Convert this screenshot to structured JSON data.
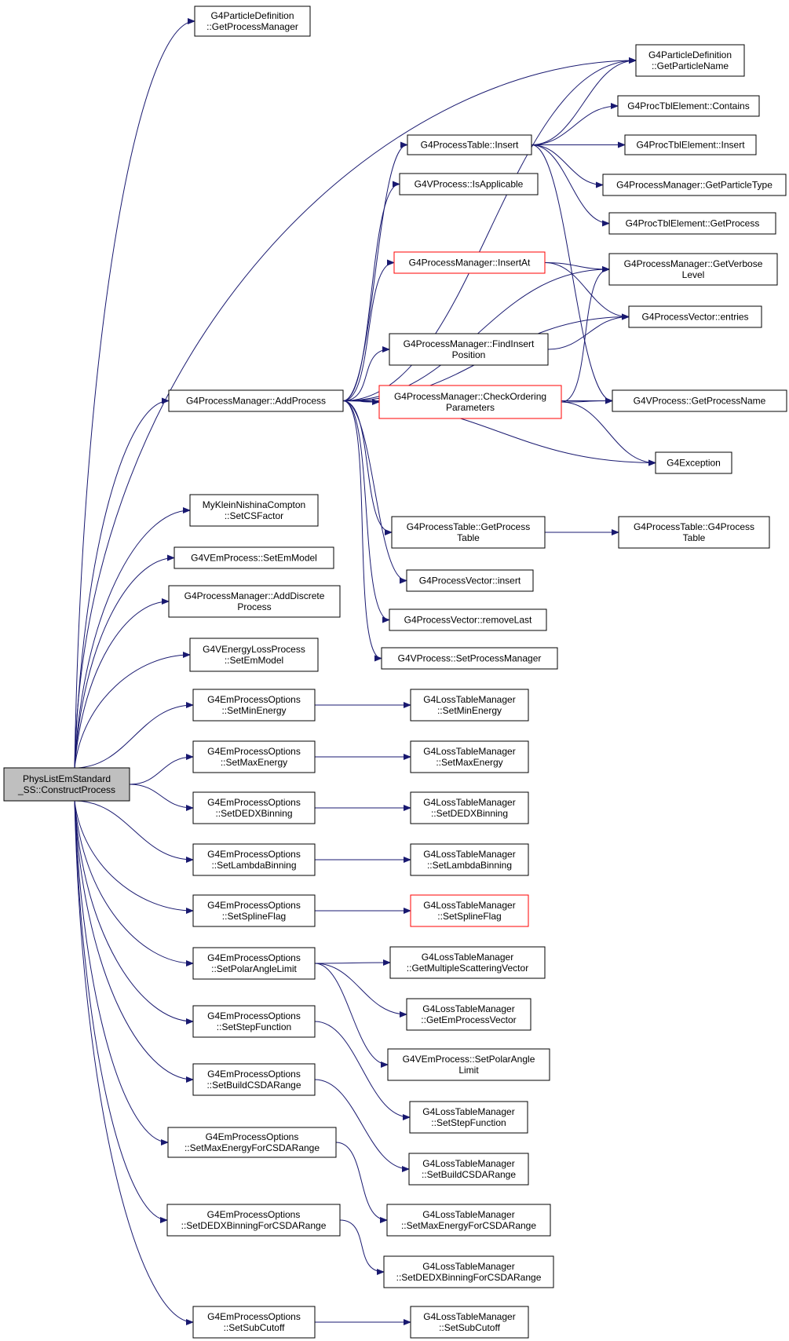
{
  "colors": {
    "edge": "#191970",
    "root_fill": "#bfbfbf",
    "red_border": "#ff0000"
  },
  "nodes": [
    {
      "id": "root",
      "lines": [
        "PhysListEmStandard",
        "_SS::ConstructProcess"
      ],
      "style": "root"
    },
    {
      "id": "pd_gpm",
      "lines": [
        "G4ParticleDefinition",
        "::GetProcessManager"
      ]
    },
    {
      "id": "pd_gpn",
      "lines": [
        "G4ParticleDefinition",
        "::GetParticleName"
      ]
    },
    {
      "id": "pte_contains",
      "lines": [
        "G4ProcTblElement::Contains"
      ]
    },
    {
      "id": "pt_insert",
      "lines": [
        "G4ProcessTable::Insert"
      ]
    },
    {
      "id": "pte_insert",
      "lines": [
        "G4ProcTblElement::Insert"
      ]
    },
    {
      "id": "vp_isapp",
      "lines": [
        "G4VProcess::IsApplicable"
      ]
    },
    {
      "id": "pm_gpt",
      "lines": [
        "G4ProcessManager::GetParticleType"
      ]
    },
    {
      "id": "pte_gp",
      "lines": [
        "G4ProcTblElement::GetProcess"
      ]
    },
    {
      "id": "pm_insertat",
      "lines": [
        "G4ProcessManager::InsertAt"
      ],
      "style": "red"
    },
    {
      "id": "pm_gvl",
      "lines": [
        "G4ProcessManager::GetVerbose",
        "Level"
      ]
    },
    {
      "id": "pv_entries",
      "lines": [
        "G4ProcessVector::entries"
      ]
    },
    {
      "id": "pm_fip",
      "lines": [
        "G4ProcessManager::FindInsert",
        "Position"
      ]
    },
    {
      "id": "pm_addproc",
      "lines": [
        "G4ProcessManager::AddProcess"
      ]
    },
    {
      "id": "pm_cop",
      "lines": [
        "G4ProcessManager::CheckOrdering",
        "Parameters"
      ],
      "style": "red"
    },
    {
      "id": "vp_gpname",
      "lines": [
        "G4VProcess::GetProcessName"
      ]
    },
    {
      "id": "g4exc",
      "lines": [
        "G4Exception"
      ]
    },
    {
      "id": "mkn",
      "lines": [
        "MyKleinNishinaCompton",
        "::SetCSFactor"
      ]
    },
    {
      "id": "pt_gpt",
      "lines": [
        "G4ProcessTable::GetProcess",
        "Table"
      ]
    },
    {
      "id": "pt_ctor",
      "lines": [
        "G4ProcessTable::G4Process",
        "Table"
      ]
    },
    {
      "id": "vem_setem",
      "lines": [
        "G4VEmProcess::SetEmModel"
      ]
    },
    {
      "id": "pv_insert",
      "lines": [
        "G4ProcessVector::insert"
      ]
    },
    {
      "id": "pm_adddisc",
      "lines": [
        "G4ProcessManager::AddDiscrete",
        "Process"
      ]
    },
    {
      "id": "pv_rmlast",
      "lines": [
        "G4ProcessVector::removeLast"
      ]
    },
    {
      "id": "vp_setpm",
      "lines": [
        "G4VProcess::SetProcessManager"
      ]
    },
    {
      "id": "vel_setem",
      "lines": [
        "G4VEnergyLossProcess",
        "::SetEmModel"
      ]
    },
    {
      "id": "epo_minE",
      "lines": [
        "G4EmProcessOptions",
        "::SetMinEnergy"
      ]
    },
    {
      "id": "ltm_minE",
      "lines": [
        "G4LossTableManager",
        "::SetMinEnergy"
      ]
    },
    {
      "id": "epo_maxE",
      "lines": [
        "G4EmProcessOptions",
        "::SetMaxEnergy"
      ]
    },
    {
      "id": "ltm_maxE",
      "lines": [
        "G4LossTableManager",
        "::SetMaxEnergy"
      ]
    },
    {
      "id": "epo_dedx",
      "lines": [
        "G4EmProcessOptions",
        "::SetDEDXBinning"
      ]
    },
    {
      "id": "ltm_dedx",
      "lines": [
        "G4LossTableManager",
        "::SetDEDXBinning"
      ]
    },
    {
      "id": "epo_lambda",
      "lines": [
        "G4EmProcessOptions",
        "::SetLambdaBinning"
      ]
    },
    {
      "id": "ltm_lambda",
      "lines": [
        "G4LossTableManager",
        "::SetLambdaBinning"
      ]
    },
    {
      "id": "epo_spline",
      "lines": [
        "G4EmProcessOptions",
        "::SetSplineFlag"
      ]
    },
    {
      "id": "ltm_spline",
      "lines": [
        "G4LossTableManager",
        "::SetSplineFlag"
      ],
      "style": "red"
    },
    {
      "id": "epo_polar",
      "lines": [
        "G4EmProcessOptions",
        "::SetPolarAngleLimit"
      ]
    },
    {
      "id": "ltm_gmsv",
      "lines": [
        "G4LossTableManager",
        "::GetMultipleScatteringVector"
      ]
    },
    {
      "id": "ltm_gepv",
      "lines": [
        "G4LossTableManager",
        "::GetEmProcessVector"
      ]
    },
    {
      "id": "epo_step",
      "lines": [
        "G4EmProcessOptions",
        "::SetStepFunction"
      ]
    },
    {
      "id": "vem_polar",
      "lines": [
        "G4VEmProcess::SetPolarAngle",
        "Limit"
      ]
    },
    {
      "id": "epo_csda",
      "lines": [
        "G4EmProcessOptions",
        "::SetBuildCSDARange"
      ]
    },
    {
      "id": "ltm_step",
      "lines": [
        "G4LossTableManager",
        "::SetStepFunction"
      ]
    },
    {
      "id": "epo_maxcsda",
      "lines": [
        "G4EmProcessOptions",
        "::SetMaxEnergyForCSDARange"
      ]
    },
    {
      "id": "ltm_csda",
      "lines": [
        "G4LossTableManager",
        "::SetBuildCSDARange"
      ]
    },
    {
      "id": "epo_dedxcsda",
      "lines": [
        "G4EmProcessOptions",
        "::SetDEDXBinningForCSDARange"
      ]
    },
    {
      "id": "ltm_maxcsda",
      "lines": [
        "G4LossTableManager",
        "::SetMaxEnergyForCSDARange"
      ]
    },
    {
      "id": "ltm_dedxcsda",
      "lines": [
        "G4LossTableManager",
        "::SetDEDXBinningForCSDARange"
      ]
    },
    {
      "id": "epo_subcut",
      "lines": [
        "G4EmProcessOptions",
        "::SetSubCutoff"
      ]
    },
    {
      "id": "ltm_subcut",
      "lines": [
        "G4LossTableManager",
        "::SetSubCutoff"
      ]
    }
  ],
  "edges": [
    [
      "root",
      "pd_gpm"
    ],
    [
      "root",
      "pd_gpn"
    ],
    [
      "root",
      "pm_addproc"
    ],
    [
      "root",
      "mkn"
    ],
    [
      "root",
      "vem_setem"
    ],
    [
      "root",
      "pm_adddisc"
    ],
    [
      "root",
      "vel_setem"
    ],
    [
      "root",
      "epo_minE"
    ],
    [
      "root",
      "epo_maxE"
    ],
    [
      "root",
      "epo_dedx"
    ],
    [
      "root",
      "epo_lambda"
    ],
    [
      "root",
      "epo_spline"
    ],
    [
      "root",
      "epo_polar"
    ],
    [
      "root",
      "epo_step"
    ],
    [
      "root",
      "epo_csda"
    ],
    [
      "root",
      "epo_maxcsda"
    ],
    [
      "root",
      "epo_dedxcsda"
    ],
    [
      "root",
      "epo_subcut"
    ],
    [
      "pm_addproc",
      "pd_gpn"
    ],
    [
      "pm_addproc",
      "pt_insert"
    ],
    [
      "pm_addproc",
      "vp_isapp"
    ],
    [
      "pm_addproc",
      "pm_insertat"
    ],
    [
      "pm_addproc",
      "pm_gvl"
    ],
    [
      "pm_addproc",
      "pv_entries"
    ],
    [
      "pm_addproc",
      "pm_fip"
    ],
    [
      "pm_addproc",
      "pm_cop"
    ],
    [
      "pm_addproc",
      "vp_gpname"
    ],
    [
      "pm_addproc",
      "g4exc"
    ],
    [
      "pm_addproc",
      "pt_gpt"
    ],
    [
      "pm_addproc",
      "pv_insert"
    ],
    [
      "pm_addproc",
      "pv_rmlast"
    ],
    [
      "pm_addproc",
      "vp_setpm"
    ],
    [
      "pt_insert",
      "pd_gpn"
    ],
    [
      "pt_insert",
      "pte_contains"
    ],
    [
      "pt_insert",
      "pte_insert"
    ],
    [
      "pt_insert",
      "pm_gpt"
    ],
    [
      "pt_insert",
      "pte_gp"
    ],
    [
      "pt_insert",
      "vp_gpname"
    ],
    [
      "pm_insertat",
      "pm_gvl"
    ],
    [
      "pm_insertat",
      "pv_entries"
    ],
    [
      "pm_fip",
      "pv_entries"
    ],
    [
      "pm_cop",
      "pm_gvl"
    ],
    [
      "pm_cop",
      "vp_gpname"
    ],
    [
      "pm_cop",
      "g4exc"
    ],
    [
      "pt_gpt",
      "pt_ctor"
    ],
    [
      "epo_minE",
      "ltm_minE"
    ],
    [
      "epo_maxE",
      "ltm_maxE"
    ],
    [
      "epo_dedx",
      "ltm_dedx"
    ],
    [
      "epo_lambda",
      "ltm_lambda"
    ],
    [
      "epo_spline",
      "ltm_spline"
    ],
    [
      "epo_polar",
      "ltm_gmsv"
    ],
    [
      "epo_polar",
      "ltm_gepv"
    ],
    [
      "epo_polar",
      "vem_polar"
    ],
    [
      "epo_step",
      "ltm_step"
    ],
    [
      "epo_csda",
      "ltm_csda"
    ],
    [
      "epo_maxcsda",
      "ltm_maxcsda"
    ],
    [
      "epo_dedxcsda",
      "ltm_dedxcsda"
    ],
    [
      "epo_subcut",
      "ltm_subcut"
    ]
  ]
}
